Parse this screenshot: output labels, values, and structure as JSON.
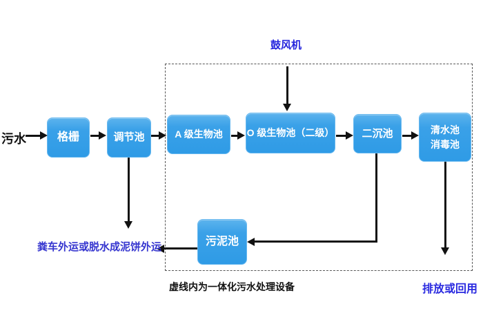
{
  "diagram": {
    "source_label": "污水",
    "blower_label": "鼓风机",
    "nodes": {
      "grid": {
        "label": "格栅"
      },
      "regulating_tank": {
        "label": "调节池"
      },
      "a_bio_tank": {
        "label": "A 级生物池"
      },
      "o_bio_tank": {
        "label": "O 级生物池（二级）"
      },
      "secondary_sedimentation_tank": {
        "label": "二沉池"
      },
      "clear_water_tank": {
        "line1": "清水池",
        "line2": "消毒池"
      },
      "sludge_tank": {
        "label": "污泥池"
      }
    },
    "annotations": {
      "sludge_disposal": "粪车外运或脱水成泥饼外运",
      "enclosure_note": "虚线内为一体化污水处理设备",
      "discharge": "排放或回用"
    },
    "colors": {
      "node_fill": "#38a0e8",
      "node_border": "#67b8ef",
      "node_text": "#ffffff",
      "accent_text": "#2b2bd8",
      "arrow": "#111111",
      "background": "#ffffff"
    }
  }
}
